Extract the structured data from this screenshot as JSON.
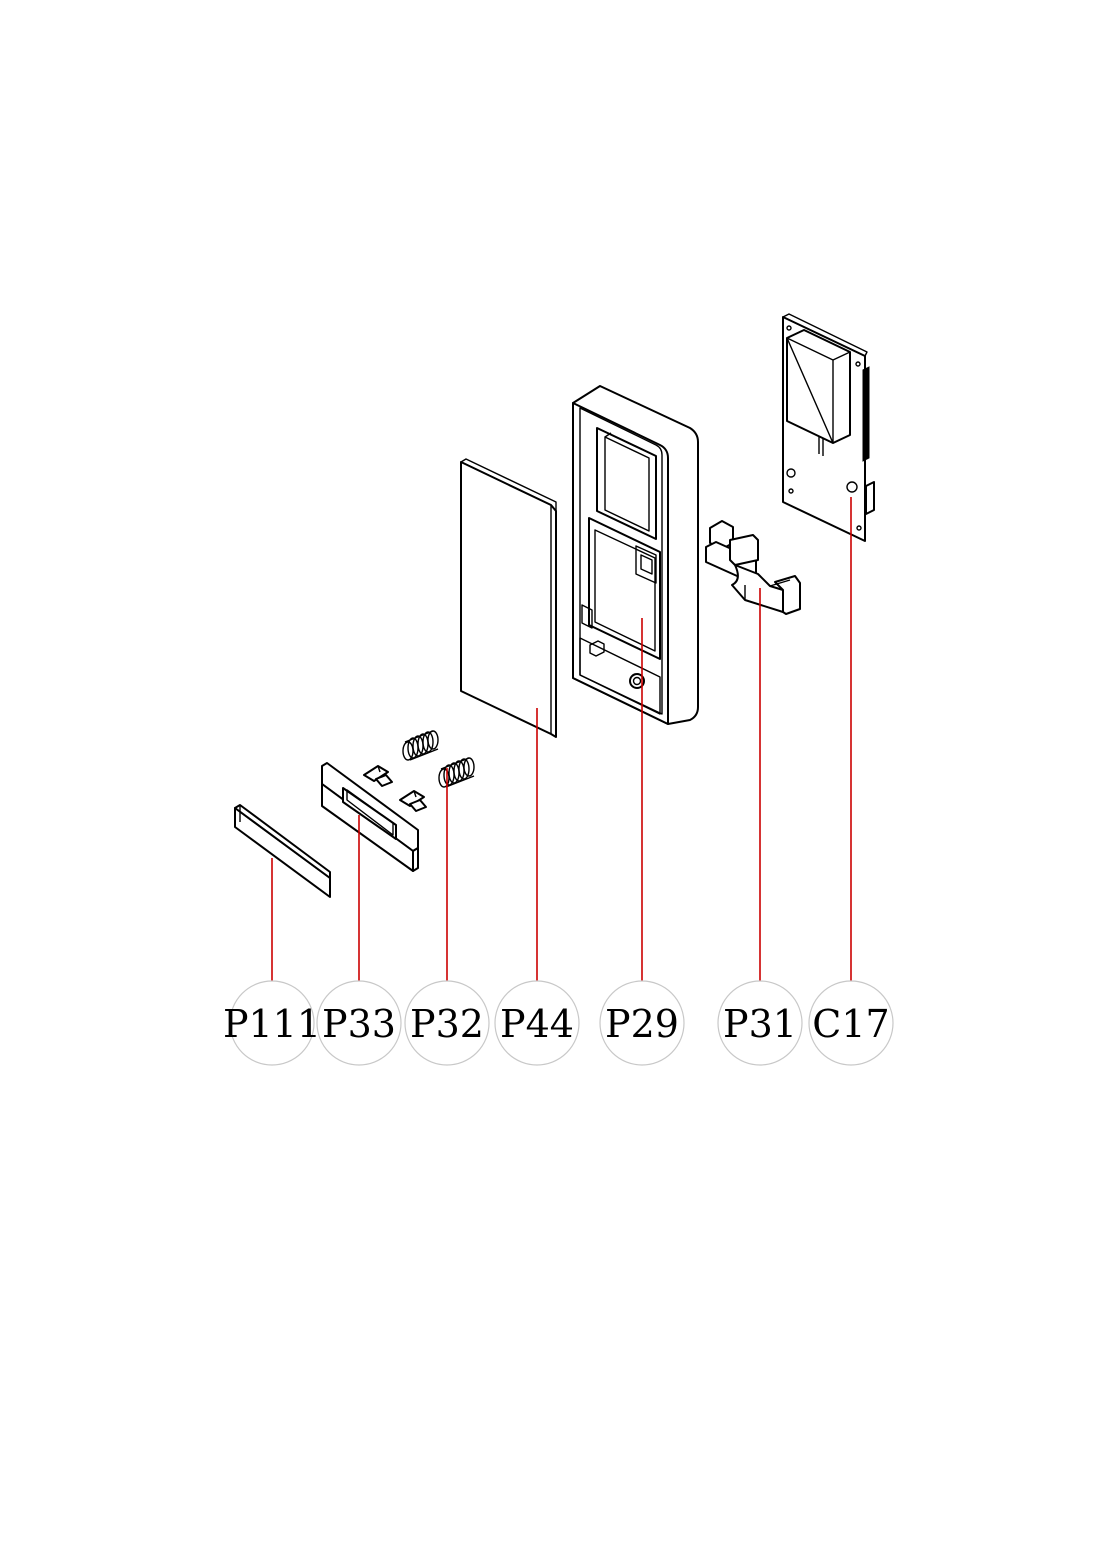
{
  "diagram": {
    "type": "exploded-assembly",
    "callouts": [
      {
        "id": "p111",
        "label": "P111",
        "part": "label-plate"
      },
      {
        "id": "p33",
        "label": "P33",
        "part": "button-frame"
      },
      {
        "id": "p32",
        "label": "P32",
        "part": "springs"
      },
      {
        "id": "p44",
        "label": "P44",
        "part": "front-panel"
      },
      {
        "id": "p29",
        "label": "P29",
        "part": "housing"
      },
      {
        "id": "p31",
        "label": "P31",
        "part": "bracket"
      },
      {
        "id": "c17",
        "label": "C17",
        "part": "circuit-board"
      }
    ],
    "colors": {
      "leader": "#cc0000",
      "outline": "#000000",
      "callout_circle": "#c8c8c8"
    }
  }
}
